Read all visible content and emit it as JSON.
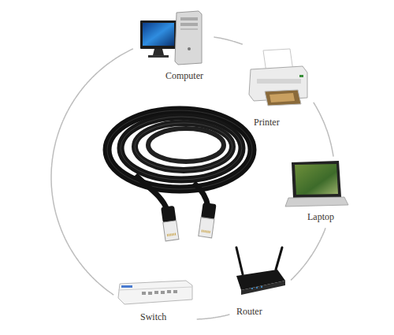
{
  "diagram": {
    "nodes": [
      {
        "text": [
          "Computer"
        ]
      },
      {
        "text": [
          "Printer"
        ]
      },
      {
        "text": [
          "Laptop"
        ]
      },
      {
        "text": [
          "Router"
        ]
      },
      {
        "text": [
          "Switch"
        ]
      }
    ],
    "edges": [
      {
        "from": 0,
        "to": 1,
        "arrow": "none"
      },
      {
        "from": 1,
        "to": 2,
        "arrow": "none"
      },
      {
        "from": 2,
        "to": 3,
        "arrow": "none"
      },
      {
        "from": 3,
        "to": 4,
        "arrow": "none"
      },
      {
        "from": 4,
        "to": 0,
        "arrow": "none"
      }
    ]
  }
}
